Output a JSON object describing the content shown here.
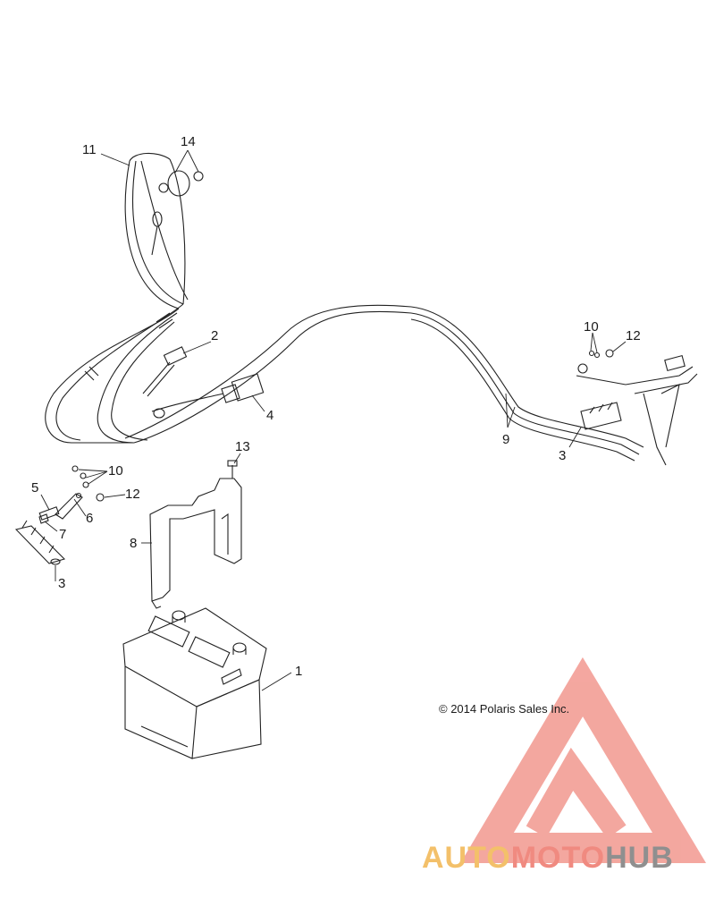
{
  "callouts": {
    "c1": "1",
    "c2": "2",
    "c3a": "3",
    "c3b": "3",
    "c4": "4",
    "c5": "5",
    "c6": "6",
    "c7": "7",
    "c8": "8",
    "c9": "9",
    "c10a": "10",
    "c10b": "10",
    "c11": "11",
    "c12a": "12",
    "c12b": "12",
    "c13": "13",
    "c14": "14"
  },
  "copyright": "© 2014 Polaris Sales Inc.",
  "watermark": {
    "part1": "AUTO",
    "part2": "MOTO",
    "part3": "HUB",
    "colors": {
      "auto": "#f3c06a",
      "moto": "#f08a80",
      "hub": "#8f8f8f",
      "logo": "#f08a80"
    }
  }
}
